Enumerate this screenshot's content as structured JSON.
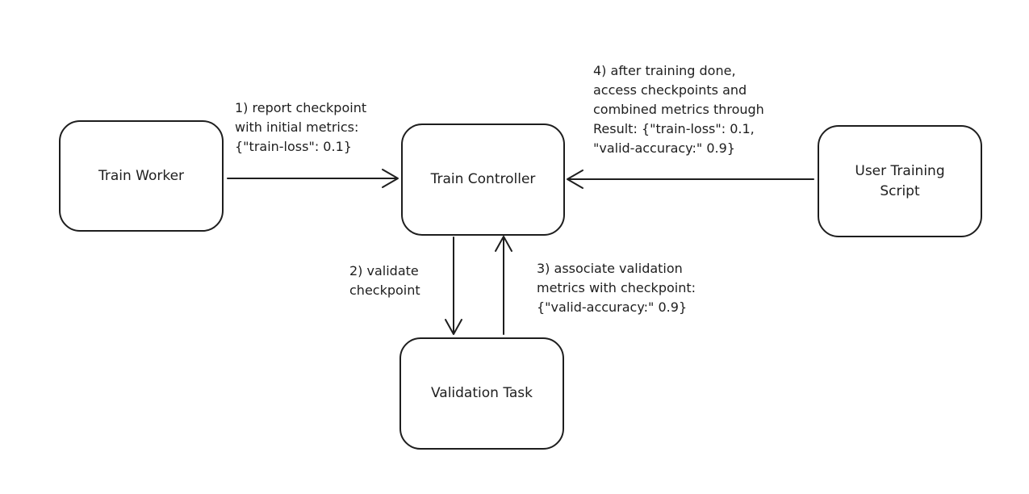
{
  "nodes": {
    "train_worker": "Train Worker",
    "train_controller": "Train Controller",
    "user_training_script": "User Training\nScript",
    "validation_task": "Validation Task"
  },
  "edges": {
    "report": {
      "line1": "1) report checkpoint",
      "line2": "with initial metrics:",
      "line3": "{\"train-loss\": 0.1}"
    },
    "validate": {
      "line1": "2) validate",
      "line2": "checkpoint"
    },
    "associate": {
      "line1": "3) associate validation",
      "line2": "metrics with checkpoint:",
      "line3": "{\"valid-accuracy:\" 0.9}"
    },
    "after_training": {
      "line1": "4) after training done,",
      "line2": "access checkpoints and",
      "line3": "combined metrics through",
      "line4": "Result: {\"train-loss\": 0.1,",
      "line5": "\"valid-accuracy:\" 0.9}"
    }
  },
  "colors": {
    "stroke": "#1e1e1e",
    "background": "#ffffff"
  }
}
